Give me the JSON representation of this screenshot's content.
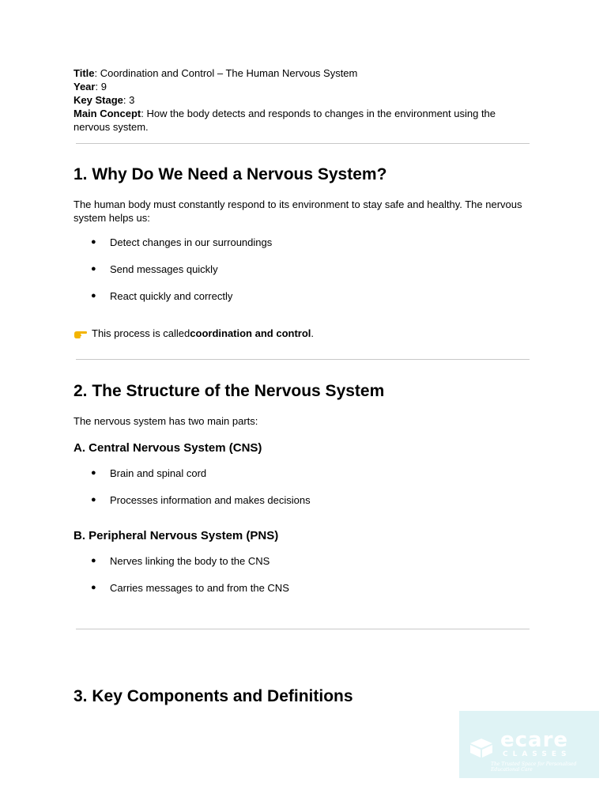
{
  "meta": {
    "title_label": "Title",
    "title_value": ": Coordination and Control – The Human Nervous System",
    "year_label": "Year",
    "year_value": ": 9",
    "stage_label": "Key Stage",
    "stage_value": ": 3",
    "concept_label": "Main Concept",
    "concept_value": ": How the body detects and responds to changes in the environment using the nervous system."
  },
  "section1": {
    "heading": "1. Why Do We Need a Nervous System?",
    "intro": "The human body must constantly respond to its environment to stay safe and healthy. The nervous system helps us:",
    "items": [
      "Detect changes in our surroundings",
      "Send messages quickly",
      "React quickly and correctly"
    ],
    "note_prefix": "This process is called ",
    "note_bold": "coordination and control",
    "note_suffix": ".",
    "note_icon": "pointing-hand-icon"
  },
  "section2": {
    "heading": "2. The Structure of the Nervous System",
    "intro": "The nervous system has two main parts:",
    "cns": {
      "heading": "A. Central Nervous System (CNS)",
      "items": [
        "Brain and spinal cord",
        "Processes information and makes decisions"
      ]
    },
    "pns": {
      "heading": "B. Peripheral Nervous System (PNS)",
      "items": [
        "Nerves linking the body to the CNS",
        "Carries messages to and from the CNS"
      ]
    }
  },
  "section3": {
    "heading": "3. Key Components and Definitions"
  },
  "watermark": {
    "brand": "ecare",
    "sub": "CLASSES",
    "tagline": "The Trusted Space for Personalised Educational Care"
  },
  "bullet_char": "●"
}
